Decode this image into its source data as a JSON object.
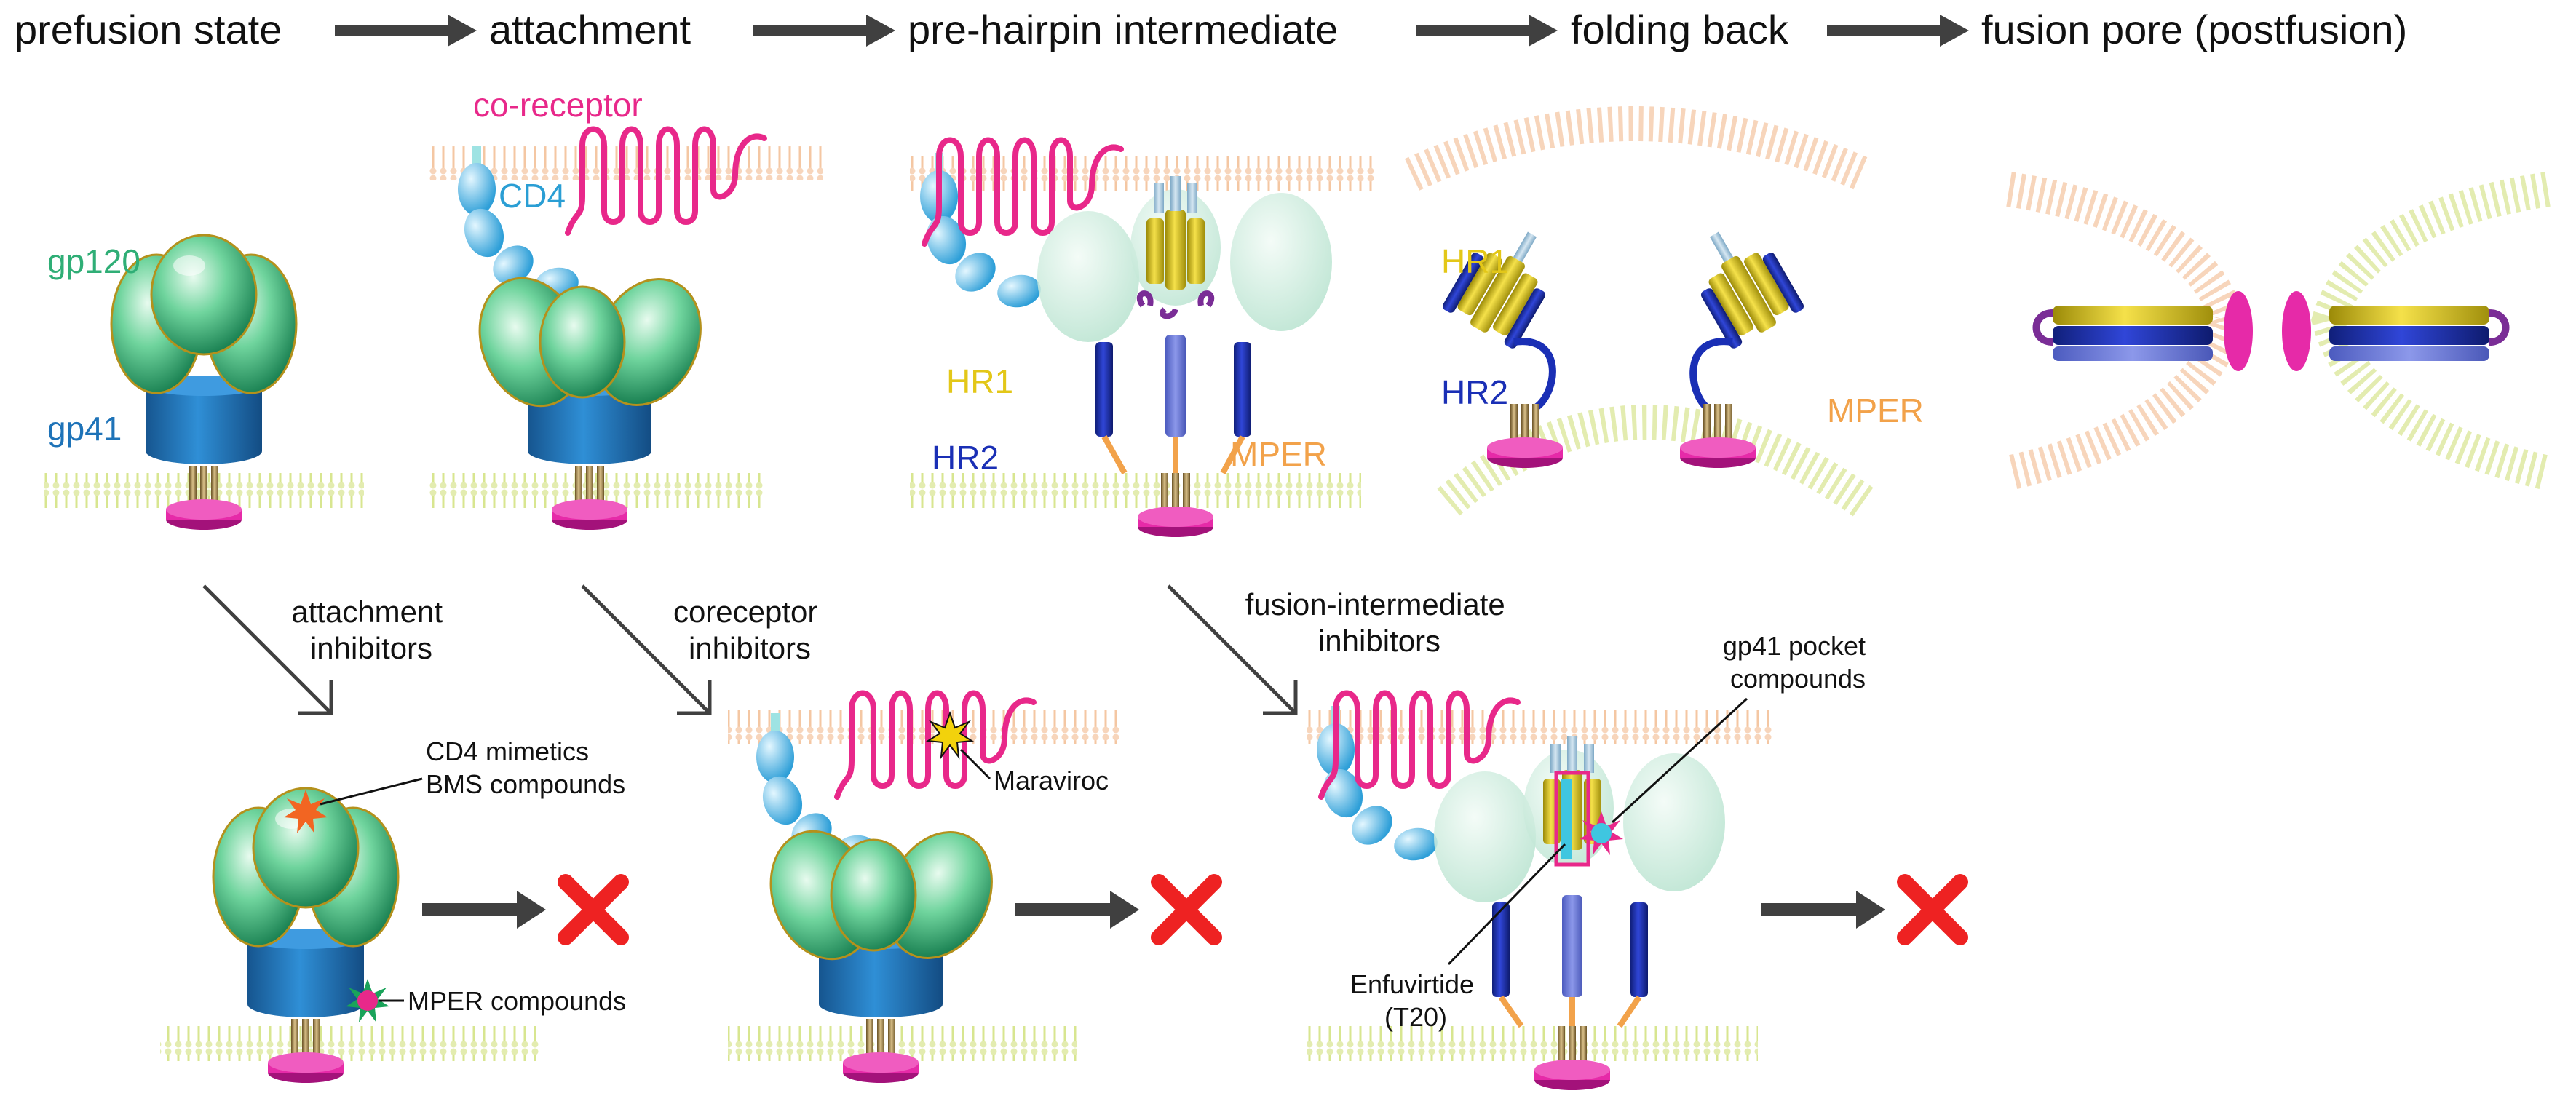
{
  "stages": [
    "prefusion state",
    "attachment",
    "pre-hairpin intermediate",
    "folding back",
    "fusion pore (postfusion)"
  ],
  "labels": {
    "gp120": "gp120",
    "gp41": "gp41",
    "cd4": "CD4",
    "coreceptor": "co-receptor",
    "hr1_a": "HR1",
    "hr2_a": "HR2",
    "mper_a": "MPER",
    "hr1_b": "HR1",
    "hr2_b": "HR2",
    "mper_b": "MPER"
  },
  "inhibitor_classes": {
    "attachment": [
      "attachment",
      "inhibitors"
    ],
    "coreceptor": [
      "coreceptor",
      "inhibitors"
    ],
    "fusion": [
      "fusion-intermediate",
      "inhibitors"
    ]
  },
  "compounds": {
    "cd4_mimetics": [
      "CD4 mimetics",
      "BMS compounds"
    ],
    "mper": "MPER compounds",
    "maraviroc": "Maraviroc",
    "gp41_pocket": [
      "gp41 pocket",
      "compounds"
    ],
    "enfuvirtide": [
      "Enfuvirtide",
      "(T20)"
    ]
  },
  "colors": {
    "gp120": "#2fae76",
    "gp41": "#1e73b8",
    "cd4": "#4bb8e8",
    "coreceptor": "#e8288a",
    "hr1": "#e3c718",
    "hr2": "#1a2fb5",
    "mper": "#f2a24a",
    "tm_anchor": "#e62aa8",
    "membrane": "#d8e690",
    "target_membrane": "#f5c9a6",
    "blocked": "#ee2222",
    "arrow": "#404040"
  }
}
